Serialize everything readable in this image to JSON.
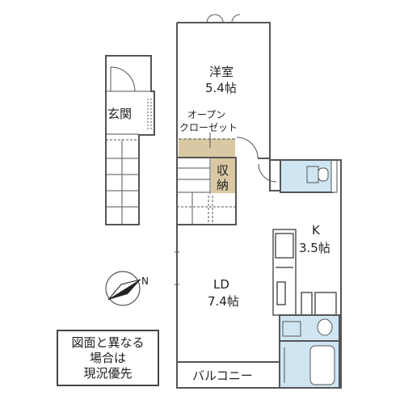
{
  "rooms": {
    "western_room": {
      "name": "洋室",
      "size": "5.4帖"
    },
    "entrance": {
      "name": "玄関"
    },
    "open_closet": {
      "line1": "オープン",
      "line2": "クローゼット"
    },
    "storage": {
      "line1": "収",
      "line2": "納"
    },
    "kitchen": {
      "name": "K",
      "size": "3.5帖"
    },
    "ld": {
      "name": "LD",
      "size": "7.4帖"
    },
    "balcony": {
      "name": "バルコニー"
    }
  },
  "compass": {
    "label": "N"
  },
  "note": {
    "line1": "図面と異なる",
    "line2": "場合は",
    "line3": "現況優先"
  },
  "colors": {
    "wall": "#555555",
    "closet_fill": "#d9c8a3",
    "wet_area_fill": "#cfe6f2",
    "floor": "#ffffff"
  }
}
